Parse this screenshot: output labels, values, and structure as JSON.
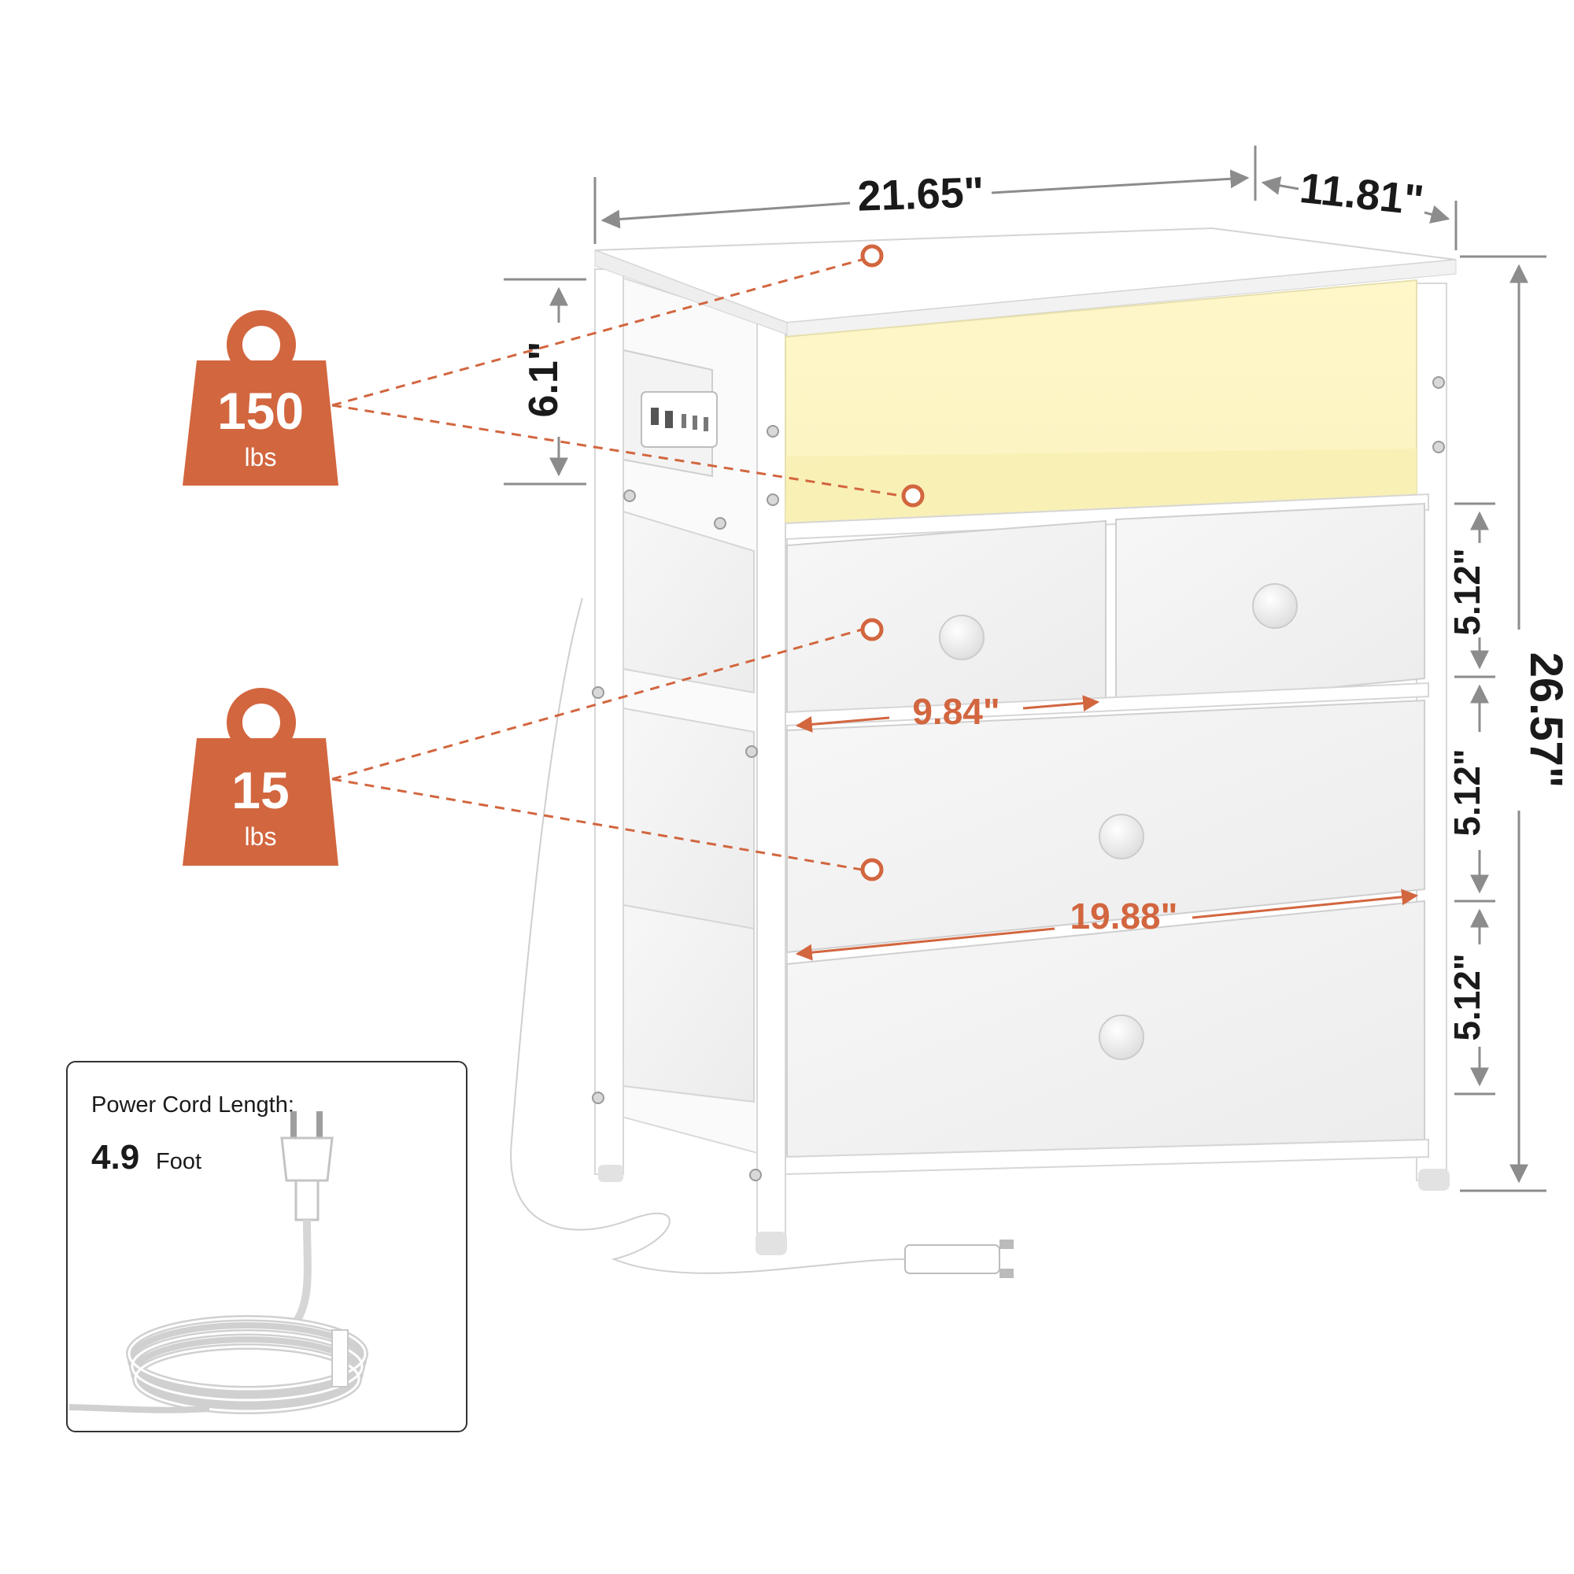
{
  "dimensions": {
    "width": "21.65\"",
    "depth": "11.81\"",
    "height": "26.57\"",
    "shelf_height": "6.1\"",
    "drawer_height_1": "5.12\"",
    "drawer_height_2": "5.12\"",
    "drawer_height_3": "5.12\"",
    "small_drawer_width": "9.84\"",
    "large_drawer_width": "19.88\""
  },
  "weights": {
    "top": {
      "value": "150",
      "unit": "lbs"
    },
    "drawer": {
      "value": "15",
      "unit": "lbs"
    }
  },
  "power_cord": {
    "title": "Power Cord Length:",
    "value": "4.9",
    "unit": "Foot"
  },
  "colors": {
    "accent": "#d2663f",
    "dimension_line": "#8c8c8c",
    "led_glow": "#fbf6c8",
    "fabric": "#f4f4f4",
    "frame": "#ffffff"
  },
  "icons": [
    "weight-icon",
    "plug-icon",
    "coiled-cord-icon",
    "outlet-icon"
  ]
}
